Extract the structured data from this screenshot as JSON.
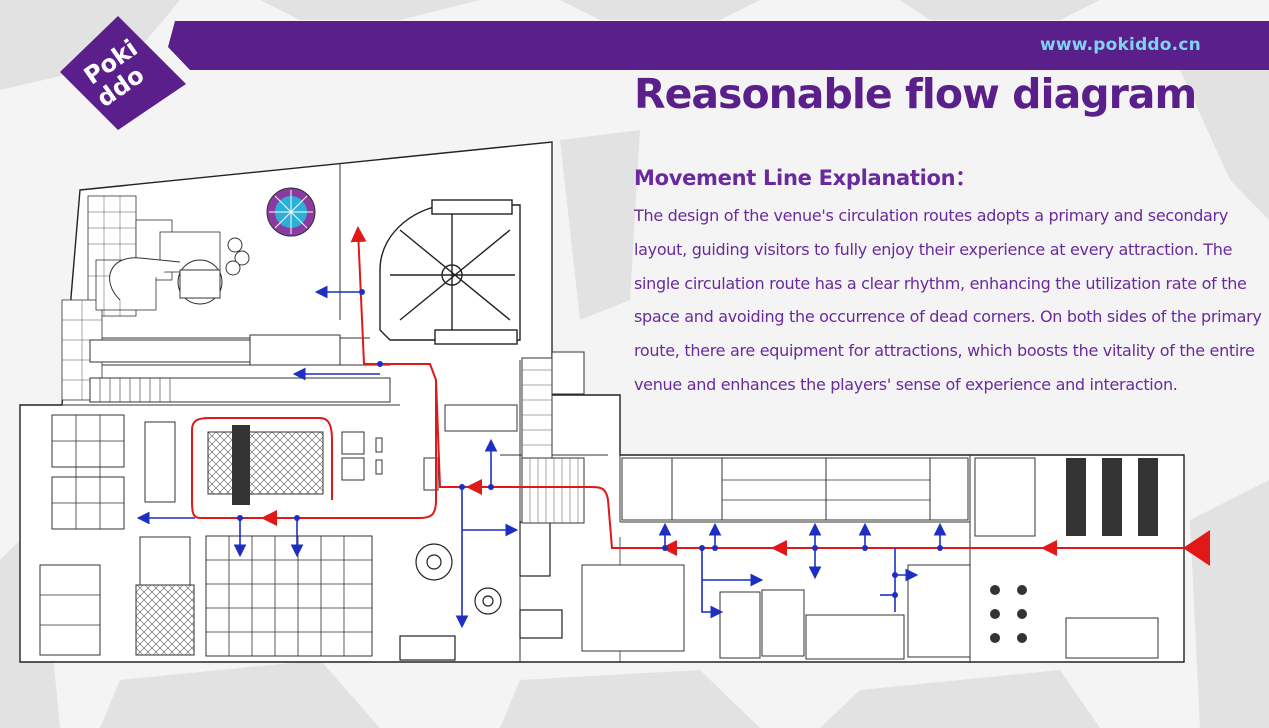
{
  "brand": {
    "logo_text": "Poki ddo",
    "url": "www.pokiddo.cn"
  },
  "title": "Reasonable flow diagram",
  "explanation": {
    "heading": "Movement Line Explanation：",
    "body": "The design of the venue's circulation routes adopts a primary and secondary layout, guiding visitors to fully enjoy their experience at every attraction. The single circulation route has a clear rhythm, enhancing the utilization rate of the space and avoiding the occurrence of dead corners. On both sides of the primary route, there are equipment for attractions, which boosts the vitality of the entire venue and enhances the players' sense of experience and interaction."
  },
  "colors": {
    "brand_purple": "#5a1f8a",
    "text_purple": "#6a2a9e",
    "url_cyan": "#7fd3f0",
    "primary_route": "#e01818",
    "secondary_route": "#1c2fc0"
  }
}
